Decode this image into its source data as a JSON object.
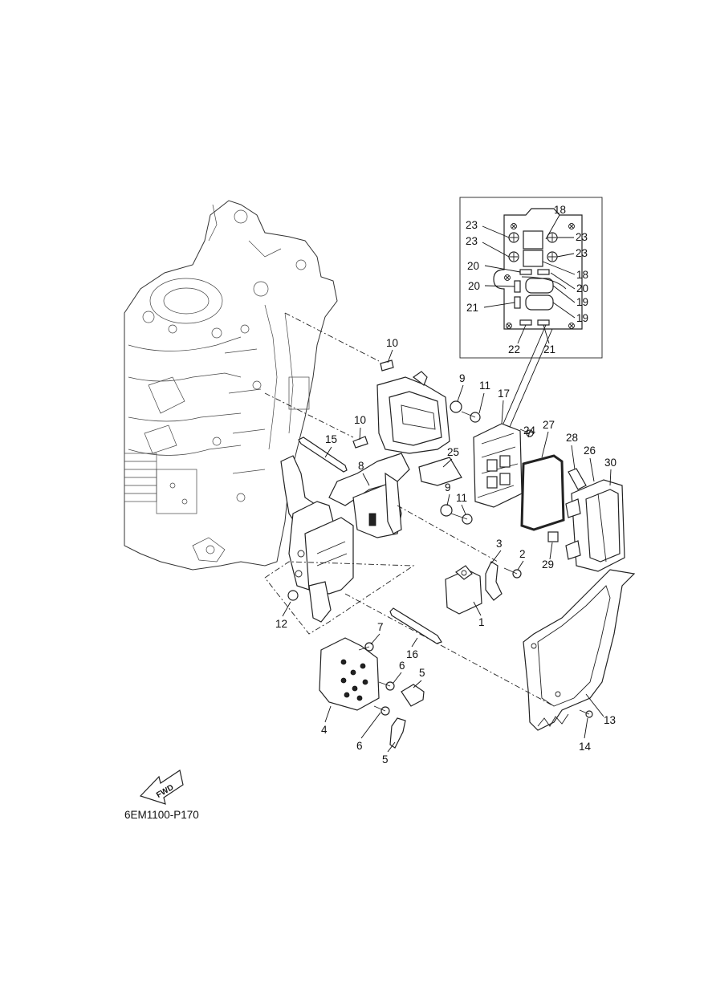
{
  "diagram_code": "6EM1100-P170",
  "fwd_label": "FWD",
  "inset_labels": [
    "18",
    "23",
    "23",
    "23",
    "23",
    "20",
    "18",
    "20",
    "20",
    "21",
    "19",
    "19",
    "22",
    "21"
  ],
  "callouts": {
    "c1": "1",
    "c2": "2",
    "c3": "3",
    "c4": "4",
    "c5a": "5",
    "c5b": "5",
    "c6a": "6",
    "c6b": "6",
    "c7": "7",
    "c8": "8",
    "c9a": "9",
    "c9b": "9",
    "c10a": "10",
    "c10b": "10",
    "c11a": "11",
    "c11b": "11",
    "c12": "12",
    "c13": "13",
    "c14": "14",
    "c15": "15",
    "c16": "16",
    "c17": "17",
    "c24": "24",
    "c25": "25",
    "c26": "26",
    "c27": "27",
    "c28": "28",
    "c29": "29",
    "c30": "30"
  }
}
